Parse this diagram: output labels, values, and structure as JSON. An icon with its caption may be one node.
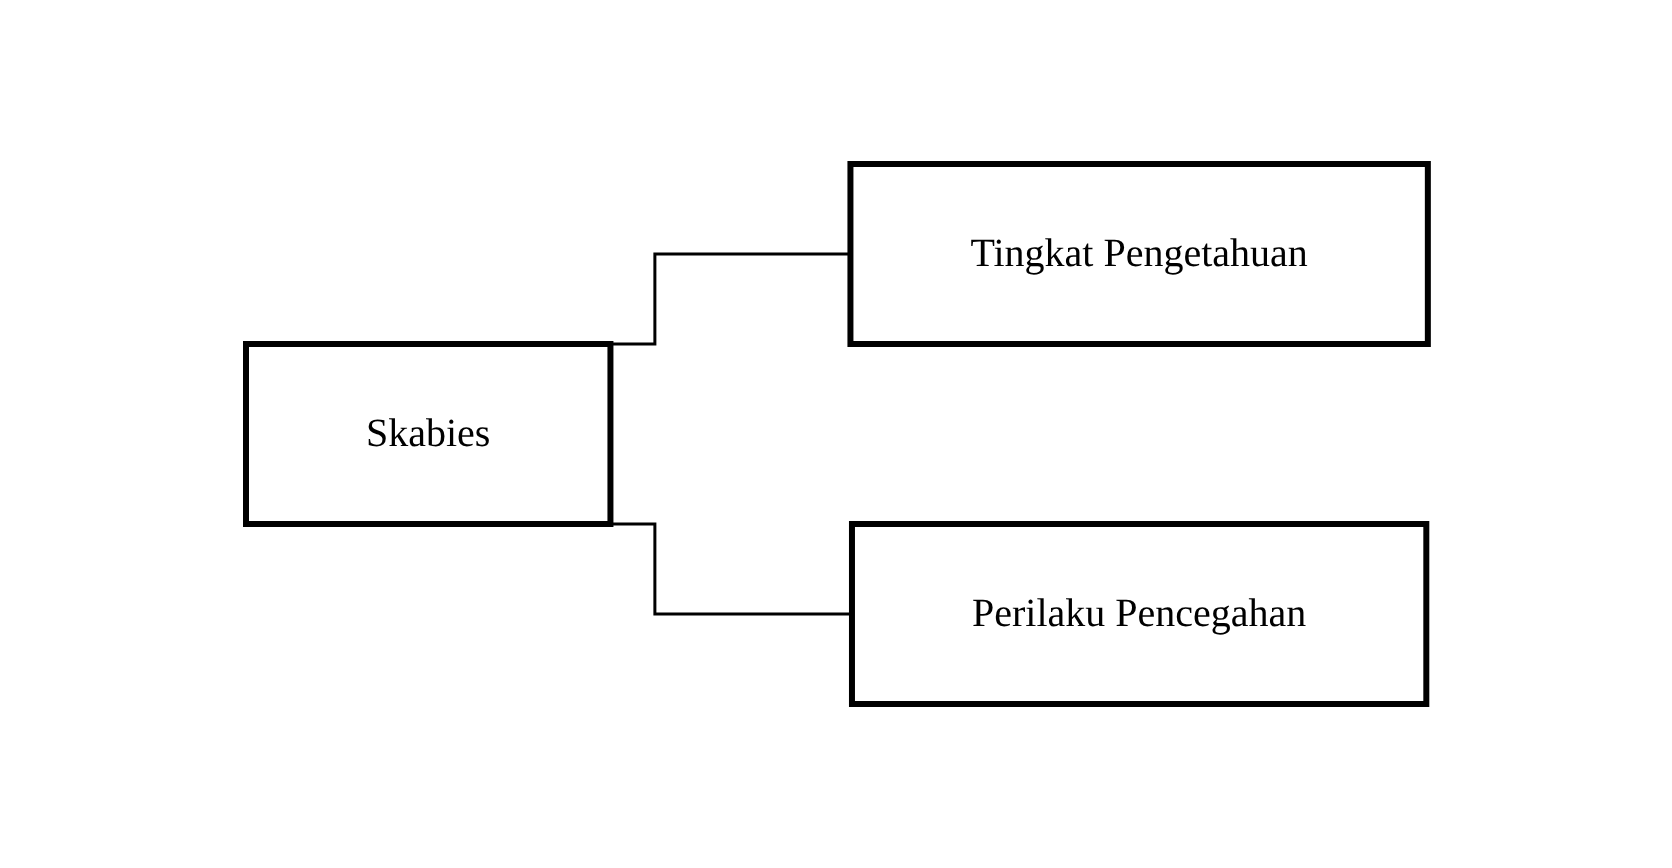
{
  "diagram": {
    "nodes": [
      {
        "text": [
          "Skabies"
        ]
      },
      {
        "text": [
          "Tingkat Pengetahuan"
        ]
      },
      {
        "text": [
          "Perilaku Pencegahan"
        ]
      }
    ],
    "edges": [
      {
        "from": 0,
        "to": 1,
        "arrow": "none"
      },
      {
        "from": 0,
        "to": 2,
        "arrow": "none"
      }
    ]
  }
}
